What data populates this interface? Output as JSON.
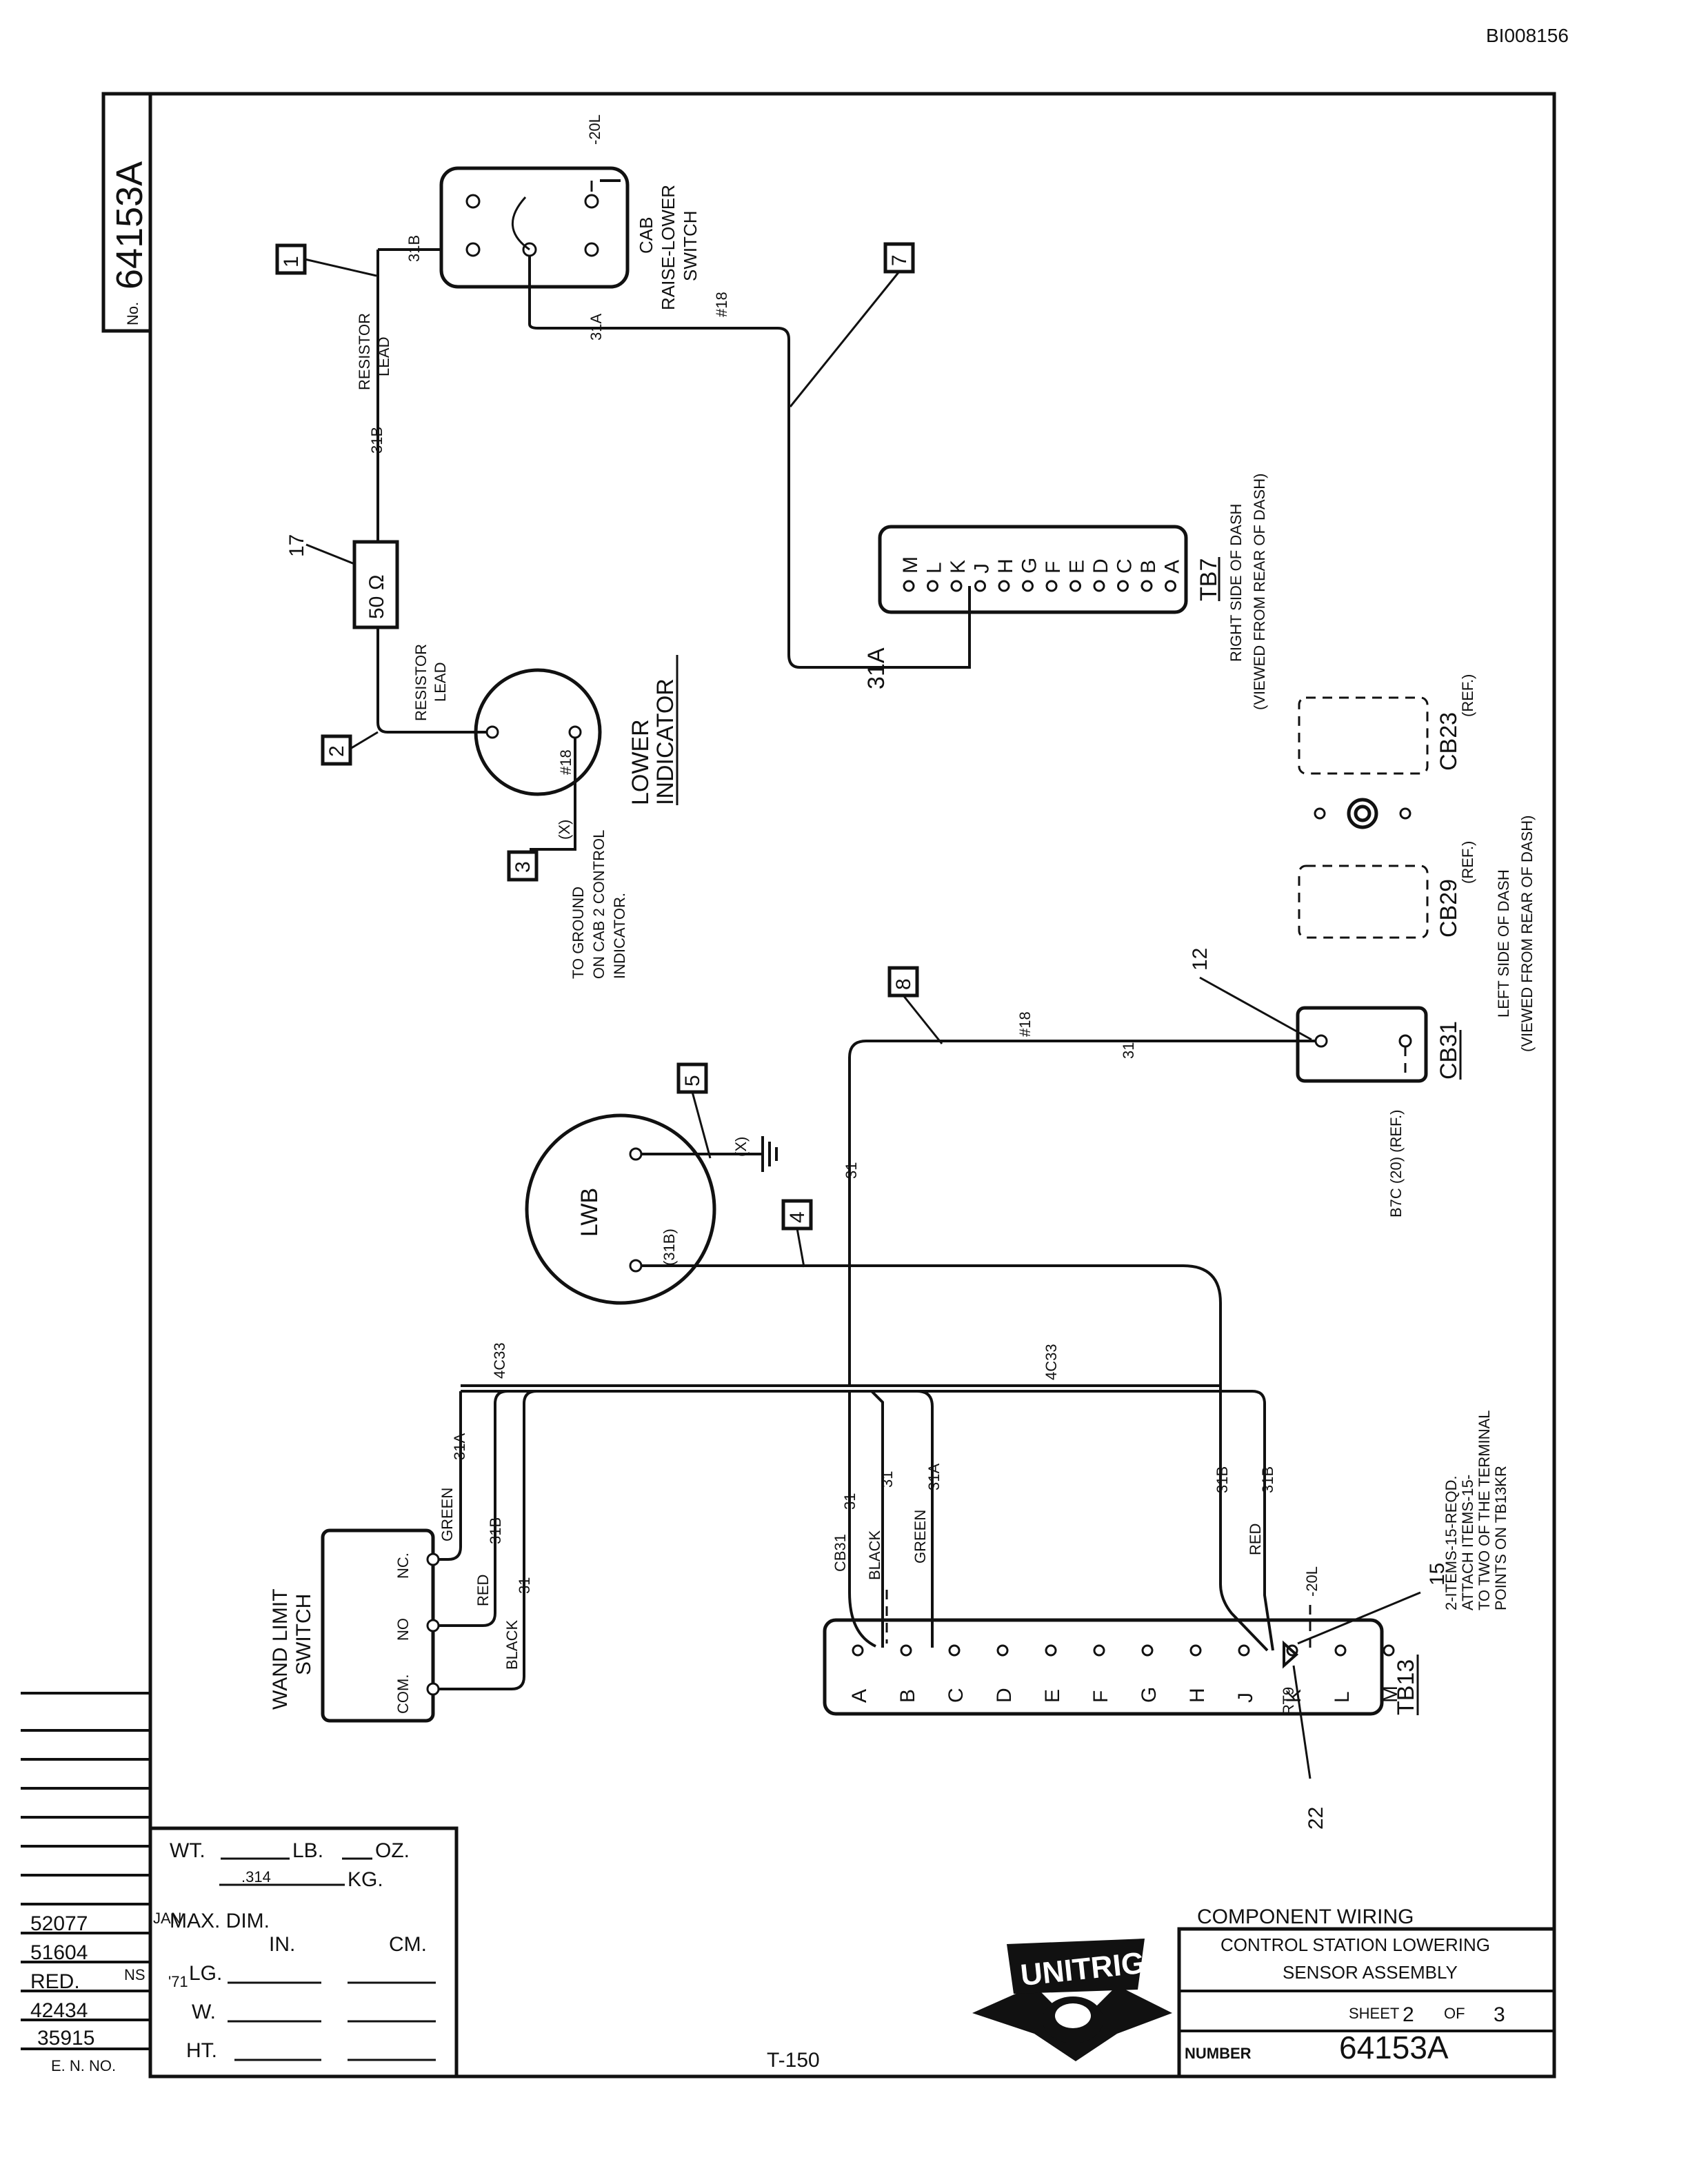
{
  "document_id": "BI008156",
  "drawing_number_tab": {
    "prefix": "No.",
    "number": "64153A"
  },
  "cab_switch": {
    "line1": "CAB",
    "line2": "RAISE-LOWER",
    "line3": "SWITCH",
    "pin_31B": "31B",
    "pin_20L": "-20L",
    "pin_31A": "31A",
    "gauge": "#18"
  },
  "resistor": {
    "ref": "17",
    "value": "50 Ω"
  },
  "resistor_lead_top": {
    "line1": "RESISTOR",
    "line2": "LEAD",
    "wire": "31B"
  },
  "resistor_lead_bottom": {
    "line1": "RESISTOR",
    "line2": "LEAD"
  },
  "lower_indicator": {
    "line1": "LOWER",
    "line2": "INDICATOR",
    "gauge": "#18",
    "x": "(X)"
  },
  "ground_note": {
    "line1": "TO GROUND",
    "line2": "ON CAB 2 CONTROL",
    "line3": "INDICATOR."
  },
  "tb7": {
    "name": "TB7",
    "line1": "RIGHT SIDE OF DASH",
    "line2": "(VIEWED FROM REAR OF DASH)",
    "terminals": [
      "M",
      "L",
      "K",
      "J",
      "H",
      "G",
      "F",
      "E",
      "D",
      "C",
      "B",
      "A"
    ],
    "wire": "31A"
  },
  "cb23": {
    "name": "CB23",
    "ref": "(REF.)"
  },
  "cb29": {
    "name": "CB29",
    "ref": "(REF.)"
  },
  "cb31": {
    "name": "CB31",
    "wire": "31",
    "gauge": "#18",
    "ref_note": "B7C (20) (REF.)"
  },
  "left_dash": {
    "line1": "LEFT SIDE OF DASH",
    "line2": "(VIEWED FROM REAR OF DASH)"
  },
  "callouts": [
    "1",
    "2",
    "3",
    "4",
    "5",
    "7",
    "8",
    "12",
    "15",
    "17",
    "22"
  ],
  "lwb": {
    "name": "LWB",
    "pin": "(31B)",
    "x": "(X)"
  },
  "harness": {
    "label_left": "4C33",
    "label_right": "4C33"
  },
  "wires": {
    "w31": "31",
    "w31A": "31A",
    "w31B": "31B",
    "w20L": "-20L"
  },
  "wand_switch": {
    "line1": "WAND LIMIT",
    "line2": "SWITCH",
    "nc": "NC.",
    "no": "NO",
    "com": "COM.",
    "green": "GREEN",
    "red": "RED",
    "black": "BLACK"
  },
  "tb13": {
    "name": "TB13",
    "terminals": [
      "A",
      "B",
      "C",
      "D",
      "E",
      "F",
      "G",
      "H",
      "J",
      "K",
      "L",
      "M"
    ],
    "cb31": "CB31",
    "black": "BLACK",
    "green": "GREEN",
    "red": "RED",
    "rt9": "RT9"
  },
  "note_15": {
    "line1": "2-ITEMS-15-REQD.",
    "line2": "ATTACH ITEMS-15-",
    "line3": "TO TWO OF THE TERMINAL",
    "line4": "POINTS ON TB13KR"
  },
  "weights": {
    "wt": "WT.",
    "lb": "LB.",
    "oz": "OZ.",
    "kg": "KG.",
    "hand": ".314",
    "max_dim": "MAX. DIM.",
    "in": "IN.",
    "cm": "CM.",
    "lg": "LG.",
    "w": "W.",
    "ht": "HT."
  },
  "revisions": [
    "52077",
    "51604",
    "RED.",
    "42434",
    "35915"
  ],
  "revision_marks": {
    "jan": "JAN",
    "ns": "NS",
    "seventy_one": "'71"
  },
  "en_no": "E. N. NO.",
  "sheet_code": "T-150",
  "title_block": {
    "title": "COMPONENT  WIRING",
    "line1": "CONTROL STATION LOWERING",
    "line2": "SENSOR ASSEMBLY",
    "sheet_label": "SHEET",
    "sheet": "2",
    "of_label": "OF",
    "of": "3",
    "number_label": "NUMBER",
    "number": "64153A"
  },
  "logo": "UNITRIG"
}
